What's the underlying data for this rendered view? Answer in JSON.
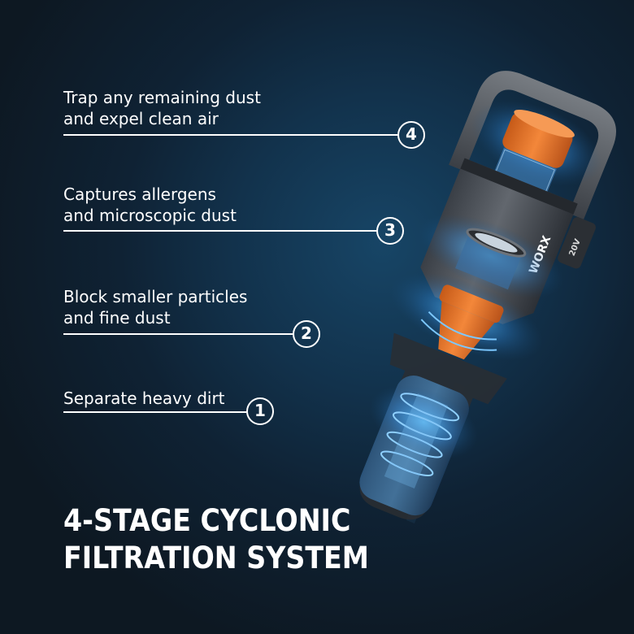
{
  "stages": [
    {
      "number": "4",
      "lines": [
        "Trap any remaining dust",
        "and expel clean air"
      ]
    },
    {
      "number": "3",
      "lines": [
        "Captures allergens",
        "and microscopic dust"
      ]
    },
    {
      "number": "2",
      "lines": [
        "Block smaller particles",
        "and fine dust"
      ]
    },
    {
      "number": "1",
      "lines": [
        "Separate heavy dirt"
      ]
    }
  ],
  "headline": {
    "line1": "4-STAGE CYCLONIC",
    "line2": "FILTRATION SYSTEM"
  },
  "product": {
    "brand_mark": "WORX",
    "battery_label": "20V"
  },
  "colors": {
    "background": "#0f2234",
    "glow": "#174566",
    "accent_orange": "#e8742a",
    "airflow_blue": "#4fb4ff",
    "text": "#ffffff"
  }
}
